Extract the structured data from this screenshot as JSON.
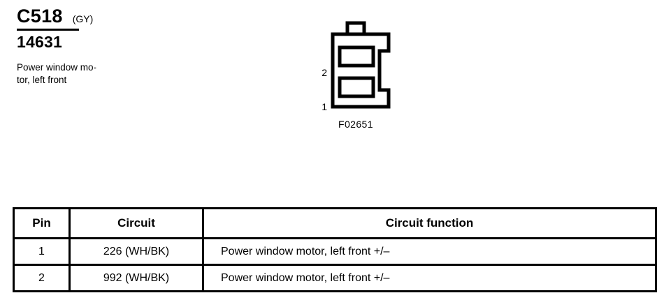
{
  "header": {
    "connector_id": "C518",
    "connector_color": "(GY)",
    "part_number": "14631",
    "description_line_1": "Power window mo-",
    "description_line_2": "tor, left front"
  },
  "connector_drawing": {
    "figure_code": "F02651",
    "pin_labels": [
      {
        "label": "2"
      },
      {
        "label": "1"
      }
    ],
    "cavity_count": 2,
    "line_color": "#000000",
    "fill_color": "#ffffff"
  },
  "pin_table": {
    "columns": [
      "Pin",
      "Circuit",
      "Circuit function"
    ],
    "rows": [
      {
        "pin": "1",
        "circuit": "226 (WH/BK)",
        "function": "Power window motor, left front +/–"
      },
      {
        "pin": "2",
        "circuit": "992 (WH/BK)",
        "function": "Power window motor, left front +/–"
      }
    ]
  }
}
